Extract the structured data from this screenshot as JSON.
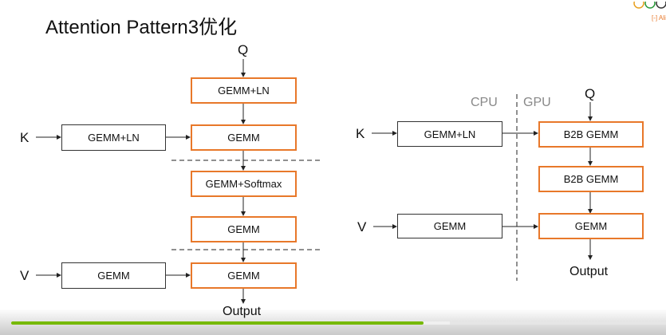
{
  "slide": {
    "title": "Attention Pattern3优化",
    "left_diagram": {
      "inputs": {
        "q": "Q",
        "k": "K",
        "v": "V"
      },
      "k_box": "GEMM+LN",
      "v_box": "GEMM",
      "chain": [
        "GEMM+LN",
        "GEMM",
        "GEMM+Softmax",
        "GEMM",
        "GEMM"
      ],
      "output": "Output"
    },
    "right_diagram": {
      "cpu_label": "CPU",
      "gpu_label": "GPU",
      "inputs": {
        "q": "Q",
        "k": "K",
        "v": "V"
      },
      "k_box": "GEMM+LN",
      "v_box": "GEMM",
      "chain": [
        "B2B GEMM",
        "B2B GEMM",
        "GEMM"
      ],
      "output": "Output"
    },
    "logo_text": "Alibaba Cloud"
  },
  "player": {
    "progress_percent": 63,
    "accent": "#76b900"
  },
  "colors": {
    "box_border": "#e8782a"
  }
}
